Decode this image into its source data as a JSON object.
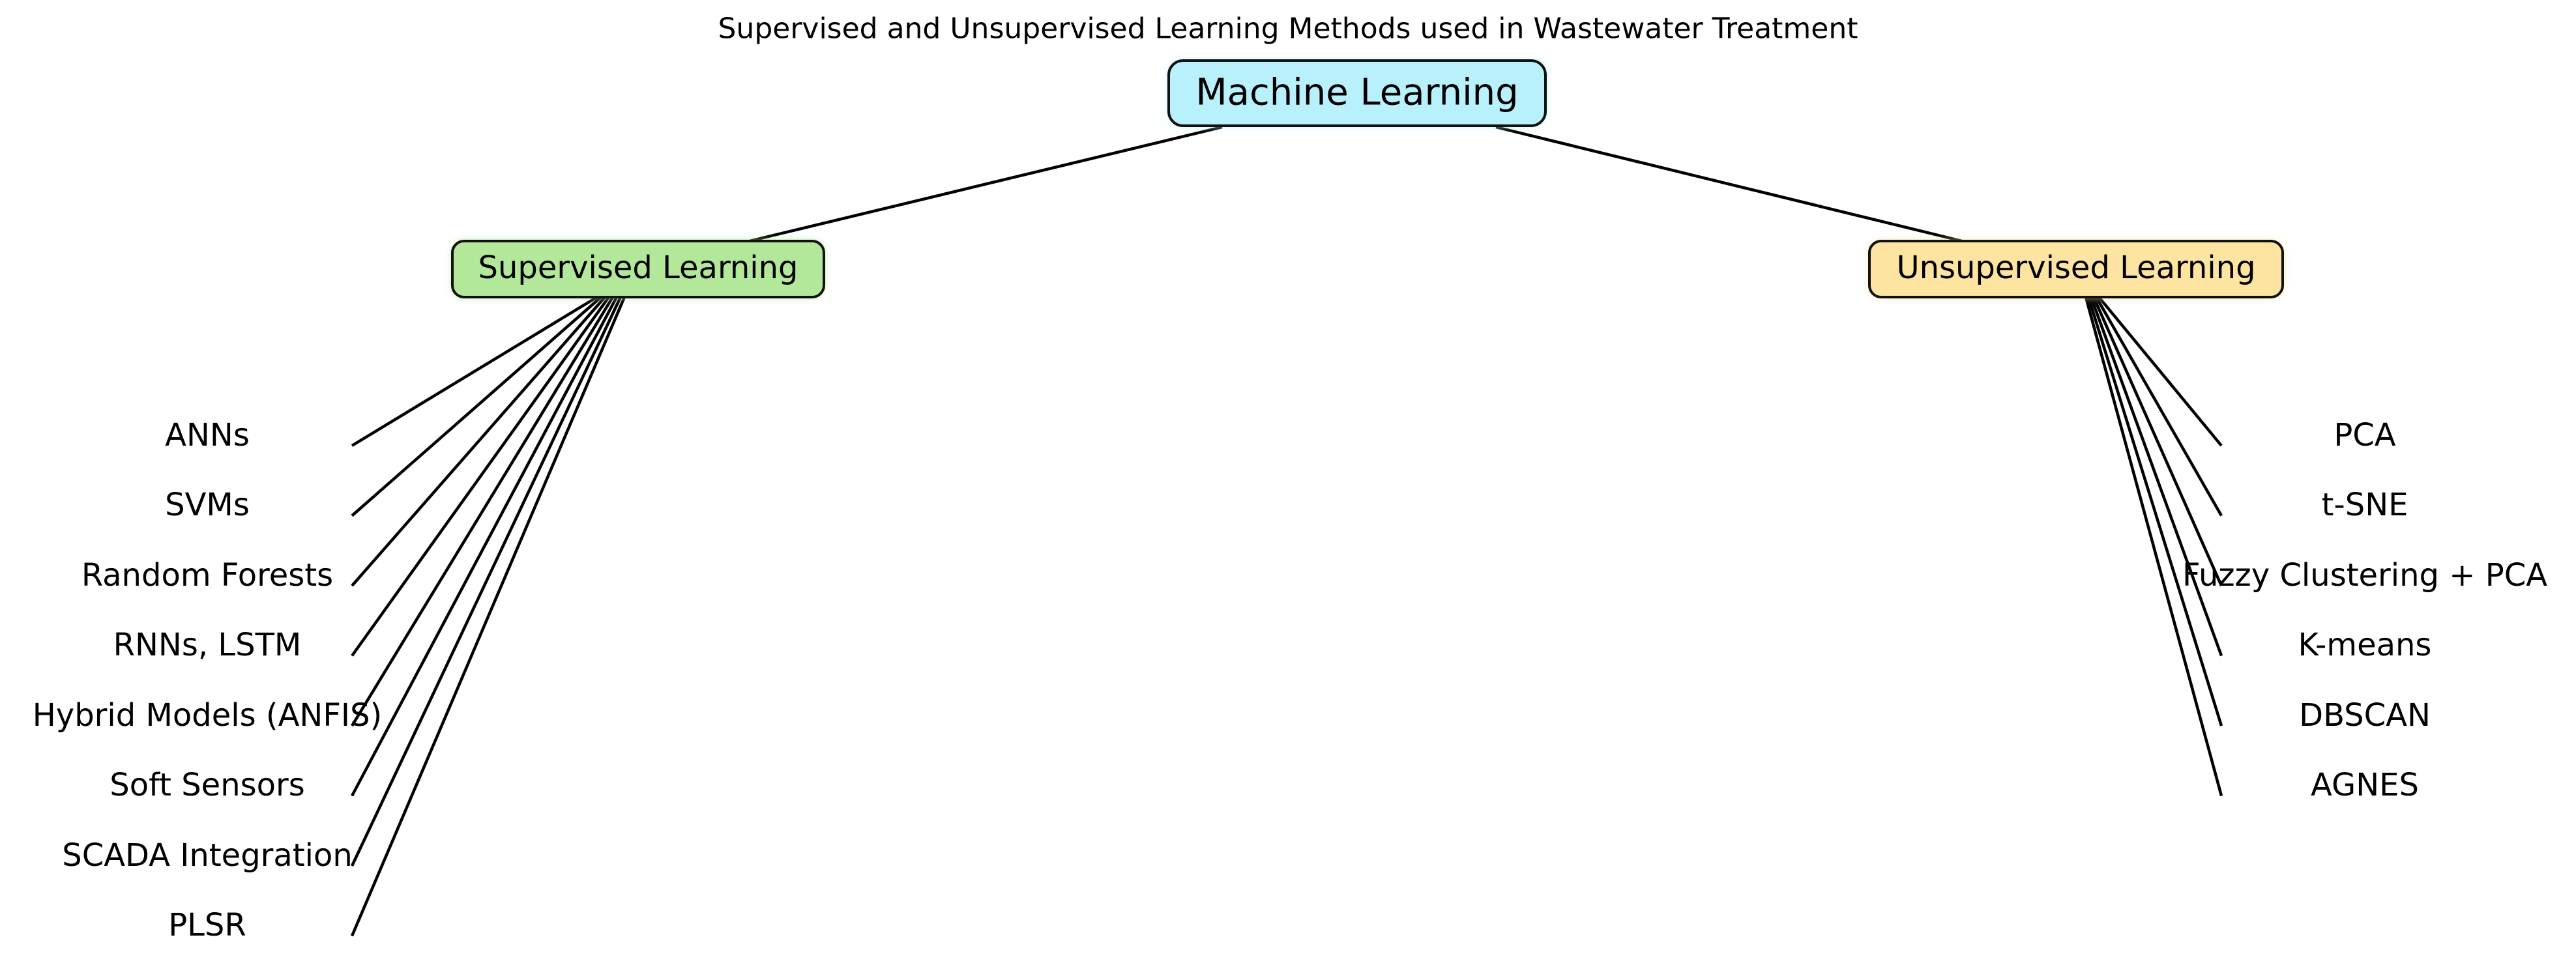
{
  "title": "Supervised and Unsupervised Learning Methods used in Wastewater Treatment",
  "root": {
    "label": "Machine Learning",
    "color": "#b8f1fb"
  },
  "branches": [
    {
      "id": "supervised",
      "label": "Supervised Learning",
      "color": "#b3e89a",
      "children": [
        "ANNs",
        "SVMs",
        "Random Forests",
        "RNNs, LSTM",
        "Hybrid Models (ANFIS)",
        "Soft Sensors",
        "SCADA Integration",
        "PLSR"
      ]
    },
    {
      "id": "unsupervised",
      "label": "Unsupervised Learning",
      "color": "#fde4a0",
      "children": [
        "PCA",
        "t-SNE",
        "Fuzzy Clustering + PCA",
        "K-means",
        "DBSCAN",
        "AGNES"
      ]
    }
  ]
}
